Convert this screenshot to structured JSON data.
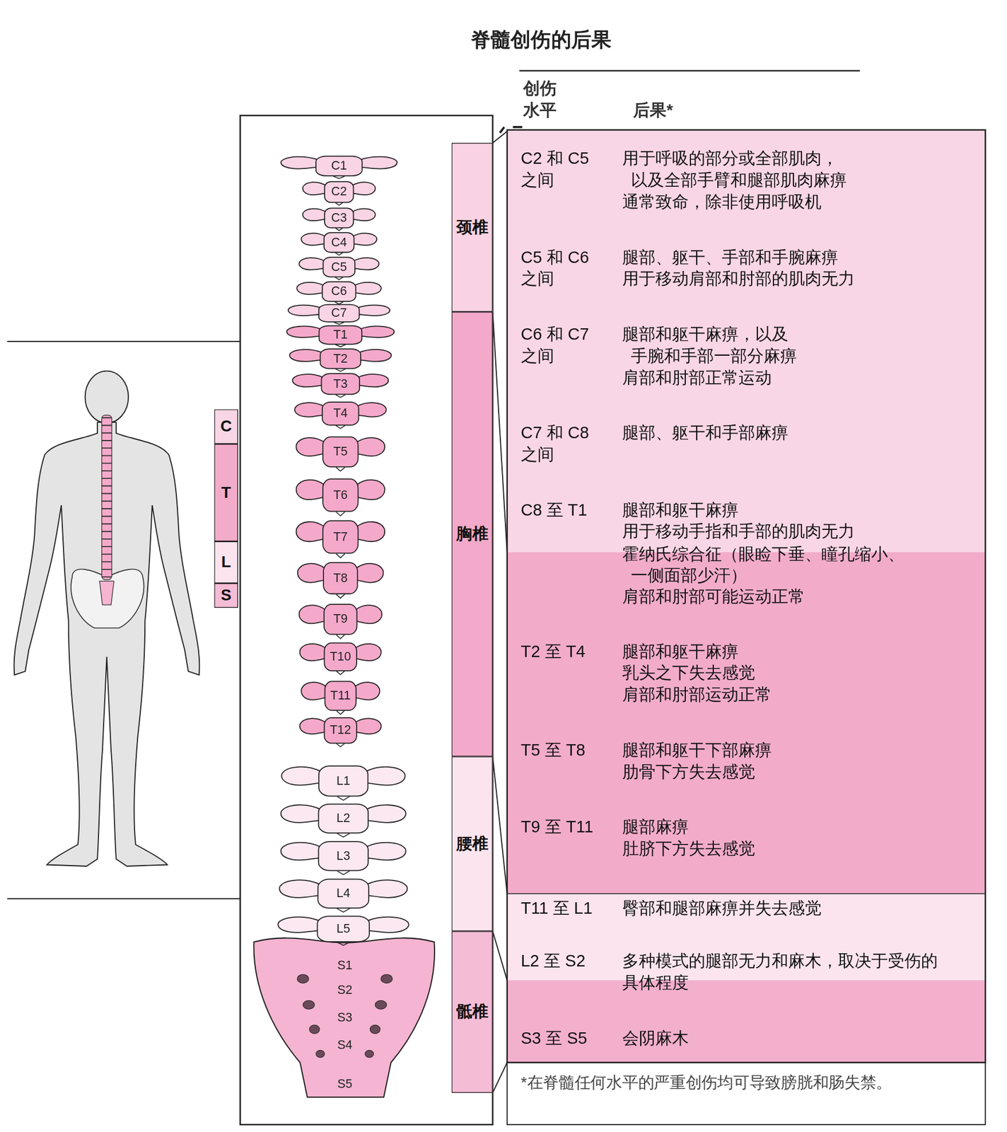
{
  "diagram": {
    "title": "脊髓创伤的后果",
    "nodes": [
      {
        "text": [
          "C"
        ]
      },
      {
        "text": [
          "T"
        ]
      },
      {
        "text": [
          "L"
        ]
      },
      {
        "text": [
          "S"
        ]
      },
      {
        "text": [
          "颈椎"
        ]
      },
      {
        "text": [
          "胸椎"
        ]
      },
      {
        "text": [
          "腰椎"
        ]
      },
      {
        "text": [
          "骶椎"
        ]
      }
    ],
    "labels": [
      "C1",
      "C2",
      "C3",
      "C4",
      "C5",
      "C6",
      "C7",
      "T1",
      "T2",
      "T3",
      "T4",
      "T5",
      "T6",
      "T7",
      "T8",
      "T9",
      "T10",
      "T11",
      "T12",
      "L1",
      "L2",
      "L3",
      "L4",
      "L5",
      "S1",
      "S2",
      "S3",
      "S4",
      "S5",
      "创伤 水平",
      "后果*",
      "C2 和 C5 之间",
      "用于呼吸的部分或全部肌肉， 以及全部手臂和腿部肌肉麻痹",
      "通常致命，除非使用呼吸机",
      "C5 和 C6 之间",
      "腿部、躯干、手部和手腕麻痹",
      "用于移动肩部和肘部的肌肉无力",
      "C6 和 C7 之间",
      "腿部和躯干麻痹，以及 手腕和手部一部分麻痹",
      "肩部和肘部正常运动",
      "C7 和 C8 之间",
      "腿部、躯干和手部麻痹",
      "C8 至 T1",
      "腿部和躯干麻痹",
      "用于移动手指和手部的肌肉无力",
      "霍纳氏综合征（眼睑下垂、瞳孔缩小、 一侧面部少汗）",
      "肩部和肘部可能运动正常",
      "T2 至 T4",
      "腿部和躯干麻痹",
      "乳头之下失去感觉",
      "肩部和肘部运动正常",
      "T5 至 T8",
      "腿部和躯干下部麻痹",
      "肋骨下方失去感觉",
      "T9 至 T11",
      "腿部麻痹",
      "肚脐下方失去感觉",
      "T11 至 L1",
      "臀部和腿部麻痹并失去感觉",
      "L2 至 S2",
      "多种模式的腿部无力和麻木，取决于受伤的 具体程度",
      "S3 至 S5",
      "会阴麻木",
      "*在脊髓任何水平的严重创伤均可导致膀胱和肠失禁。"
    ]
  }
}
